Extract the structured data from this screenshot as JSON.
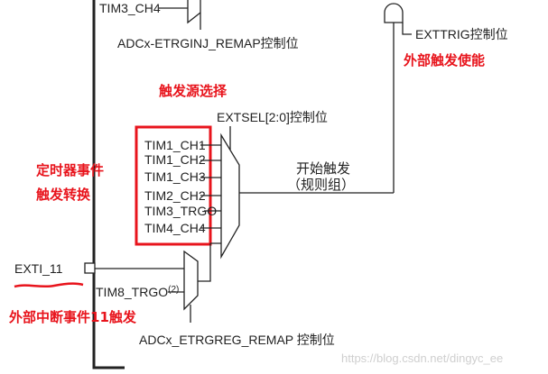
{
  "top_input": "TIM3_CH4",
  "injected_remap_label": "ADCx-ETRGINJ_REMAP控制位",
  "exttrig_label": "EXTTRIG控制位",
  "annotations": {
    "external_trigger_enable": "外部触发使能",
    "trigger_source_select": "触发源选择",
    "timer_event_line1": "定时器事件",
    "timer_event_line2": "触发转换",
    "exti_event": "外部中断事件11触发"
  },
  "extsel_label": "EXTSEL[2:0]控制位",
  "trigger_inputs": [
    "TIM1_CH1",
    "TIM1_CH2",
    "TIM1_CH3",
    "TIM2_CH2",
    "TIM3_TRGO",
    "TIM4_CH4"
  ],
  "start_trigger_line1": "开始触发",
  "start_trigger_line2": "（规则组）",
  "exti_label": "EXTI_11",
  "tim8_label": "TIM8_TRGO",
  "tim8_note": "(2)",
  "regular_remap_label": "ADCx_ETRGREG_REMAP 控制位",
  "watermark": "https://blog.csdn.net/dingyc_ee",
  "colors": {
    "annotation": "#e8141c",
    "line": "#222222"
  }
}
